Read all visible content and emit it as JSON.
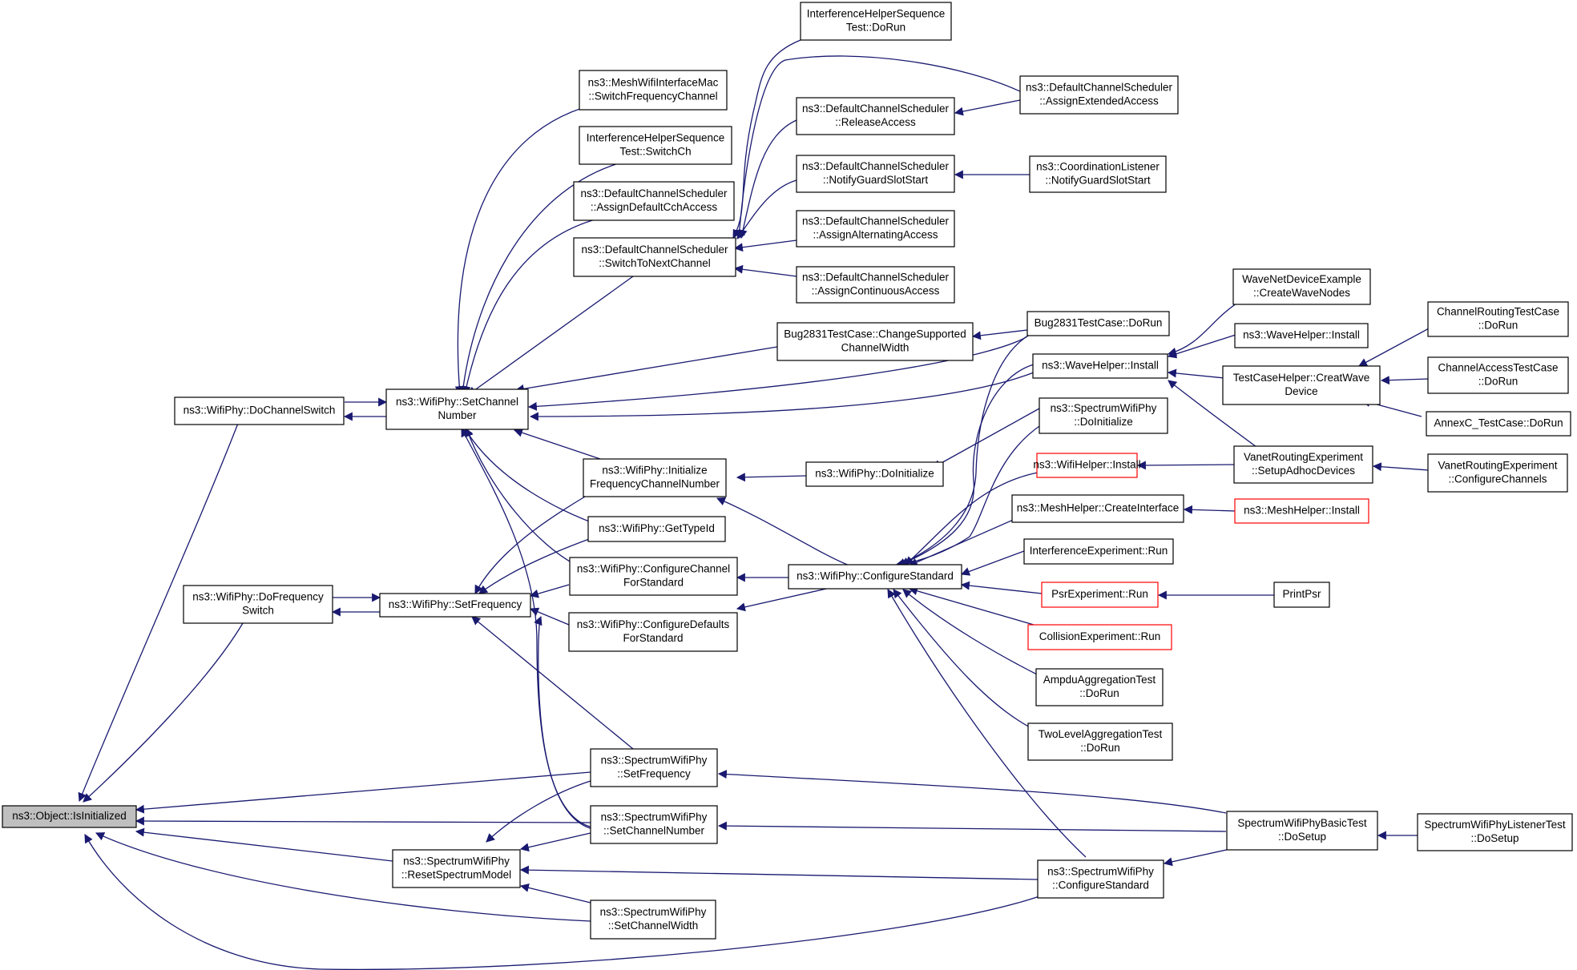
{
  "diagram": {
    "colors": {
      "edge": "#191970",
      "node_border": "#000000",
      "node_border_red": "#ff0000",
      "root_fill": "#bfbfbf",
      "background": "#ffffff"
    },
    "nodes": {
      "isinit": {
        "lines": [
          "ns3::Object::IsInitialized"
        ],
        "style": "root"
      },
      "dochsw": {
        "lines": [
          "ns3::WifiPhy::DoChannelSwitch"
        ]
      },
      "dofreqsw": {
        "lines": [
          "ns3::WifiPhy::DoFrequency",
          "Switch"
        ]
      },
      "setchnum": {
        "lines": [
          "ns3::WifiPhy::SetChannel",
          "Number"
        ]
      },
      "setfreq": {
        "lines": [
          "ns3::WifiPhy::SetFrequency"
        ]
      },
      "sp_setfreq": {
        "lines": [
          "ns3::SpectrumWifiPhy",
          "::SetFrequency"
        ]
      },
      "sp_setchnum": {
        "lines": [
          "ns3::SpectrumWifiPhy",
          "::SetChannelNumber"
        ]
      },
      "sp_resetsm": {
        "lines": [
          "ns3::SpectrumWifiPhy",
          "::ResetSpectrumModel"
        ]
      },
      "sp_setchw": {
        "lines": [
          "ns3::SpectrumWifiPhy",
          "::SetChannelWidth"
        ]
      },
      "meshswitch": {
        "lines": [
          "ns3::MeshWifiInterfaceMac",
          "::SwitchFrequencyChannel"
        ]
      },
      "ihst_switch": {
        "lines": [
          "InterferenceHelperSequence",
          "Test::SwitchCh"
        ]
      },
      "dcs_default": {
        "lines": [
          "ns3::DefaultChannelScheduler",
          "::AssignDefaultCchAccess"
        ]
      },
      "dcs_switch": {
        "lines": [
          "ns3::DefaultChannelScheduler",
          "::SwitchToNextChannel"
        ]
      },
      "bug_change": {
        "lines": [
          "Bug2831TestCase::ChangeSupported",
          "ChannelWidth"
        ]
      },
      "initfreq": {
        "lines": [
          "ns3::WifiPhy::Initialize",
          "FrequencyChannelNumber"
        ]
      },
      "gettypeid": {
        "lines": [
          "ns3::WifiPhy::GetTypeId"
        ]
      },
      "cfgchan": {
        "lines": [
          "ns3::WifiPhy::ConfigureChannel",
          "ForStandard"
        ]
      },
      "cfgdef": {
        "lines": [
          "ns3::WifiPhy::ConfigureDefaults",
          "ForStandard"
        ]
      },
      "ihst_dorun": {
        "lines": [
          "InterferenceHelperSequence",
          "Test::DoRun"
        ]
      },
      "dcs_ext": {
        "lines": [
          "ns3::DefaultChannelScheduler",
          "::AssignExtendedAccess"
        ]
      },
      "dcs_release": {
        "lines": [
          "ns3::DefaultChannelScheduler",
          "::ReleaseAccess"
        ]
      },
      "dcs_notify": {
        "lines": [
          "ns3::DefaultChannelScheduler",
          "::NotifyGuardSlotStart"
        ]
      },
      "coord_notify": {
        "lines": [
          "ns3::CoordinationListener",
          "::NotifyGuardSlotStart"
        ]
      },
      "dcs_alt": {
        "lines": [
          "ns3::DefaultChannelScheduler",
          "::AssignAlternatingAccess"
        ]
      },
      "dcs_cont": {
        "lines": [
          "ns3::DefaultChannelScheduler",
          "::AssignContinuousAccess"
        ]
      },
      "bug_dorun": {
        "lines": [
          "Bug2831TestCase::DoRun"
        ]
      },
      "wave_install": {
        "lines": [
          "ns3::WaveHelper::Install"
        ]
      },
      "wifiphy_doinit": {
        "lines": [
          "ns3::WifiPhy::DoInitialize"
        ]
      },
      "cfgstd": {
        "lines": [
          "ns3::WifiPhy::ConfigureStandard"
        ]
      },
      "sp_doinit": {
        "lines": [
          "ns3::SpectrumWifiPhy",
          "::DoInitialize"
        ]
      },
      "wifihelper_install": {
        "lines": [
          "ns3::WifiHelper::Install"
        ],
        "style": "red"
      },
      "mesh_create": {
        "lines": [
          "ns3::MeshHelper::CreateInterface"
        ]
      },
      "interf_run": {
        "lines": [
          "InterferenceExperiment::Run"
        ]
      },
      "psr_run": {
        "lines": [
          "PsrExperiment::Run"
        ],
        "style": "red"
      },
      "coll_run": {
        "lines": [
          "CollisionExperiment::Run"
        ],
        "style": "red"
      },
      "ampdu": {
        "lines": [
          "AmpduAggregationTest",
          "::DoRun"
        ]
      },
      "twolevel": {
        "lines": [
          "TwoLevelAggregationTest",
          "::DoRun"
        ]
      },
      "sp_cfgstd": {
        "lines": [
          "ns3::SpectrumWifiPhy",
          "::ConfigureStandard"
        ]
      },
      "wave_example": {
        "lines": [
          "WaveNetDeviceExample",
          "::CreateWaveNodes"
        ]
      },
      "wave_install2": {
        "lines": [
          "ns3::WaveHelper::Install"
        ]
      },
      "tch_creat": {
        "lines": [
          "TestCaseHelper::CreatWave",
          "Device"
        ]
      },
      "vanet_setup": {
        "lines": [
          "VanetRoutingExperiment",
          "::SetupAdhocDevices"
        ]
      },
      "mesh_install": {
        "lines": [
          "ns3::MeshHelper::Install"
        ],
        "style": "red"
      },
      "printpsr": {
        "lines": [
          "PrintPsr"
        ]
      },
      "sp_basic": {
        "lines": [
          "SpectrumWifiPhyBasicTest",
          "::DoSetup"
        ]
      },
      "chroute": {
        "lines": [
          "ChannelRoutingTestCase",
          "::DoRun"
        ]
      },
      "chaccess": {
        "lines": [
          "ChannelAccessTestCase",
          "::DoRun"
        ]
      },
      "annexc": {
        "lines": [
          "AnnexC_TestCase::DoRun"
        ]
      },
      "vanet_cfg": {
        "lines": [
          "VanetRoutingExperiment",
          "::ConfigureChannels"
        ]
      },
      "sp_listener": {
        "lines": [
          "SpectrumWifiPhyListenerTest",
          "::DoSetup"
        ]
      }
    }
  }
}
